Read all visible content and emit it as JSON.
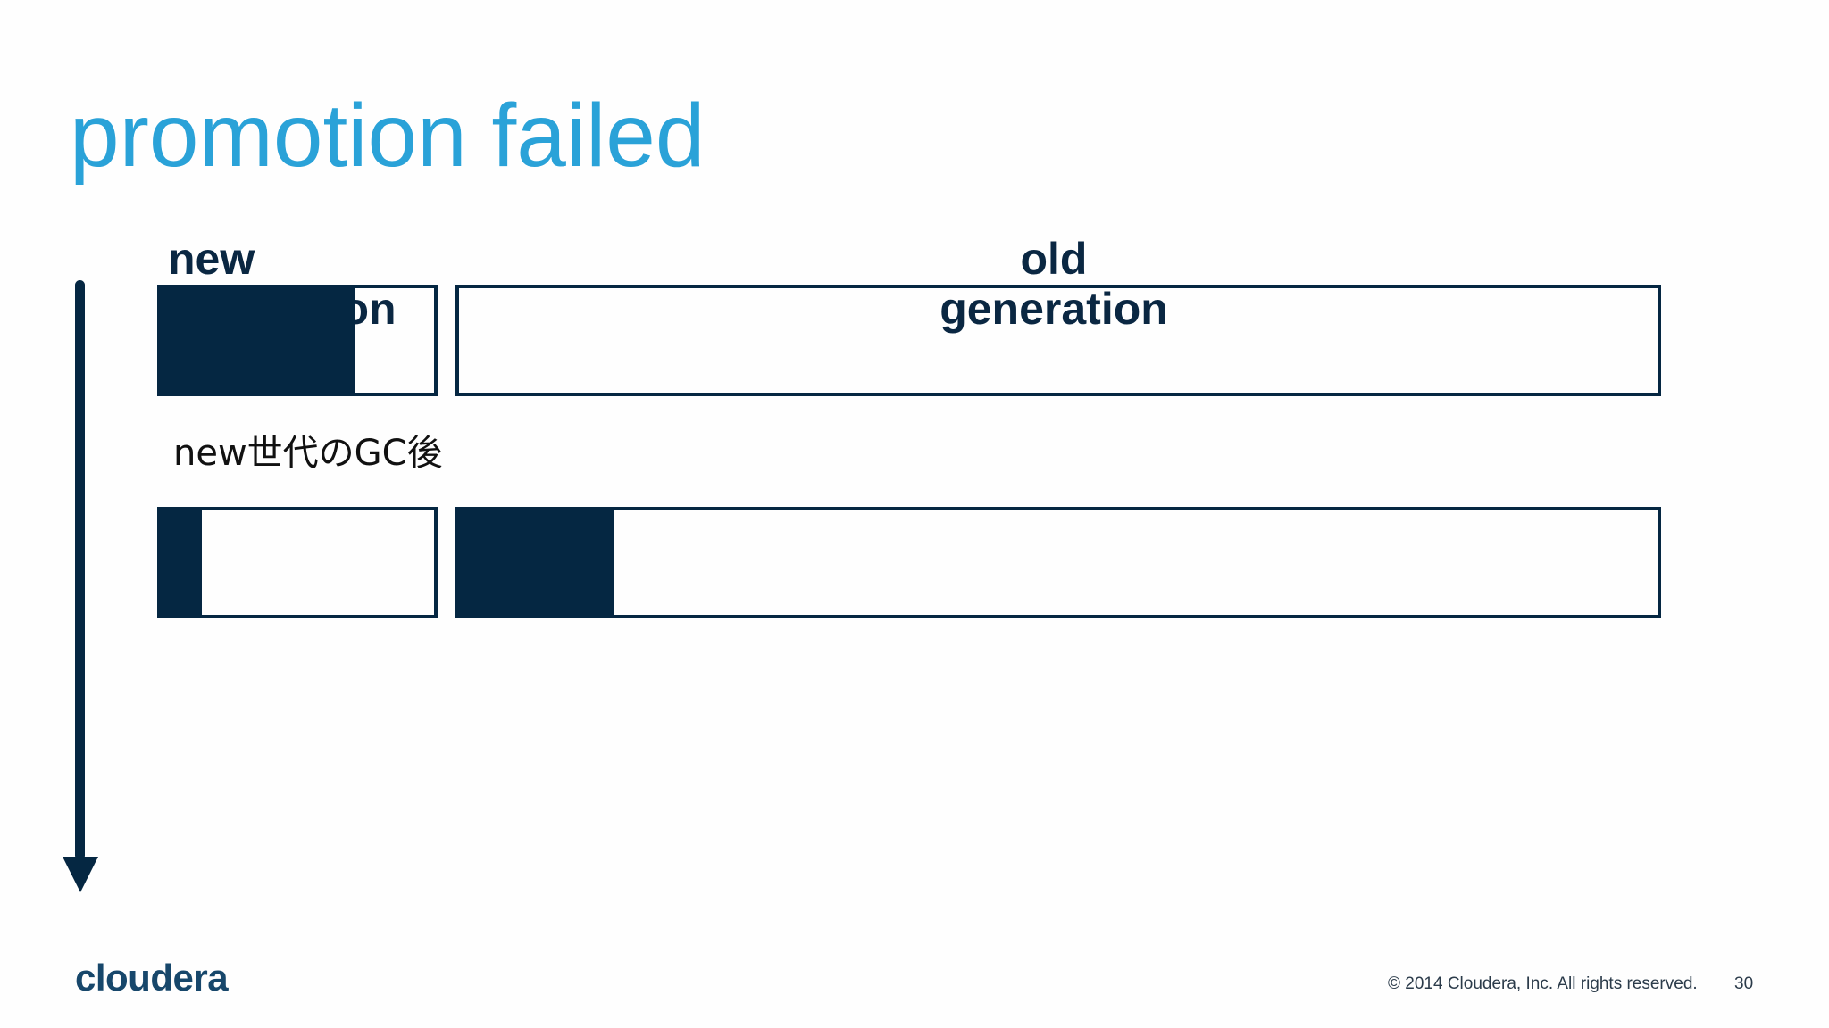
{
  "slide": {
    "title": "promotion failed",
    "step_label": "new世代のGC後",
    "footer": {
      "logo_text": "cloudera",
      "copyright": "© 2014 Cloudera, Inc. All rights reserved.",
      "page_number": "30"
    }
  },
  "diagram": {
    "new_generation_label": "new\ngeneration",
    "old_generation_label": "old\ngeneration",
    "before": {
      "new_generation_fill": 0.71,
      "old_generation_fill": 0.0
    },
    "after_new_gc": {
      "new_generation_fill": 0.15,
      "old_generation_fill": 0.13
    }
  },
  "colors": {
    "title": "#2aa2d8",
    "fill": "#052742",
    "logo": "#17476b"
  }
}
